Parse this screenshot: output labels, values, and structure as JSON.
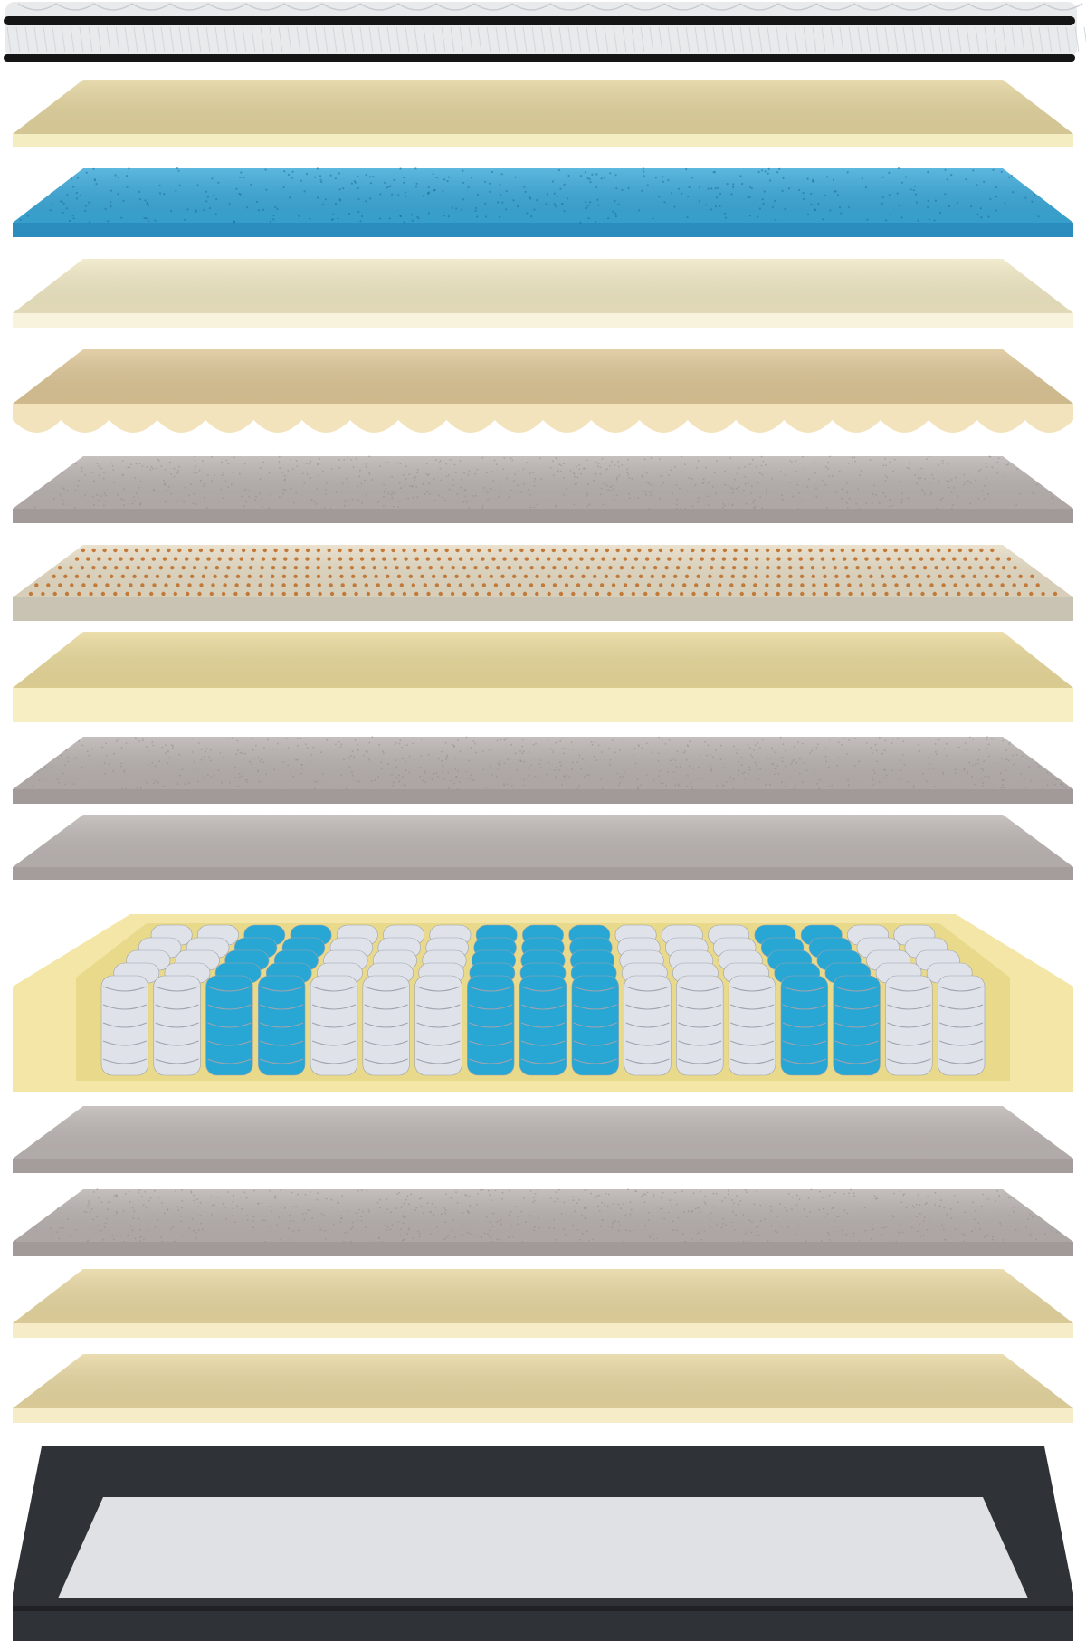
{
  "layers": [
    {
      "name": "quilted-top-cover-layer",
      "kind": "cover-top",
      "colors": {
        "top": "#e9eaec",
        "edge": "#151515",
        "stitch": "#c9ccd1"
      }
    },
    {
      "name": "foam-layer-1",
      "kind": "plain",
      "colors": {
        "top": "#e2d39d",
        "edge": "#f5edc2"
      }
    },
    {
      "name": "gel-memory-foam-layer",
      "kind": "speckled",
      "colors": {
        "top": "#3aa8d8",
        "edge": "#2a8dbd",
        "speck": "#1d6f9a"
      }
    },
    {
      "name": "foam-layer-2",
      "kind": "plain",
      "colors": {
        "top": "#efe7c3",
        "edge": "#f8f3dc"
      }
    },
    {
      "name": "egg-crate-convoluted-foam-layer",
      "kind": "wavy",
      "colors": {
        "top": "#dcc596",
        "edge": "#f3e3bd"
      }
    },
    {
      "name": "felt-pad-layer-1",
      "kind": "dotted",
      "colors": {
        "top": "#b9b2b0",
        "edge": "#a29a98",
        "dot": "#8f8785"
      }
    },
    {
      "name": "perforated-latex-layer",
      "kind": "perforated",
      "colors": {
        "top": "#e6dcc5",
        "edge": "#c9c3b4",
        "hole": "#c17a3a"
      }
    },
    {
      "name": "foam-layer-3",
      "kind": "plain",
      "colors": {
        "top": "#e8d89a",
        "edge": "#f7eec4"
      }
    },
    {
      "name": "felt-pad-layer-2",
      "kind": "dotted",
      "colors": {
        "top": "#b8b1af",
        "edge": "#a29a98",
        "dot": "#8f8785"
      }
    },
    {
      "name": "felt-pad-layer-3",
      "kind": "plain",
      "colors": {
        "top": "#bcb5b3",
        "edge": "#a49d9b"
      }
    },
    {
      "name": "pocket-spring-unit",
      "kind": "springs",
      "colors": {
        "frame": "#f3e6a6",
        "frame_dark": "#e9d98a",
        "spring_white": "#dfe2e8",
        "spring_blue": "#29a7d4",
        "spring_line": "#9ea3ad"
      }
    },
    {
      "name": "felt-pad-layer-4",
      "kind": "plain",
      "colors": {
        "top": "#bcb5b3",
        "edge": "#a49d9b"
      }
    },
    {
      "name": "felt-pad-layer-5",
      "kind": "dotted",
      "colors": {
        "top": "#b8b1af",
        "edge": "#a29a98",
        "dot": "#8f8785"
      }
    },
    {
      "name": "foam-layer-4",
      "kind": "plain",
      "colors": {
        "top": "#e6d6a0",
        "edge": "#f6edc8"
      }
    },
    {
      "name": "foam-layer-5",
      "kind": "plain",
      "colors": {
        "top": "#e6d6a0",
        "edge": "#f6edc8"
      }
    },
    {
      "name": "bottom-cover-base",
      "kind": "base",
      "colors": {
        "frame": "#2f3236",
        "inner": "#dfe1e4",
        "edge": "#1f2124"
      }
    }
  ],
  "spring_pattern": [
    "white",
    "white",
    "blue",
    "blue",
    "white",
    "white",
    "white",
    "blue",
    "blue",
    "blue",
    "white",
    "white",
    "white",
    "blue",
    "blue",
    "white",
    "white"
  ]
}
